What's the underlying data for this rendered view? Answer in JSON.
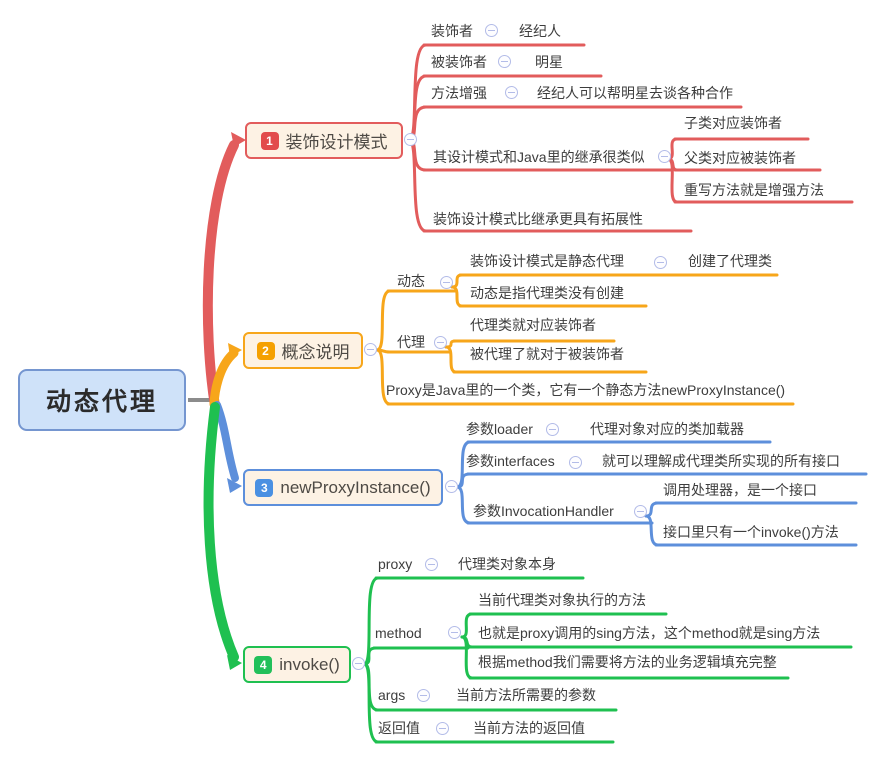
{
  "root": {
    "label": "动态代理"
  },
  "topics": [
    {
      "badge": "1",
      "label": "装饰设计模式"
    },
    {
      "badge": "2",
      "label": "概念说明"
    },
    {
      "badge": "3",
      "label": "newProxyInstance()"
    },
    {
      "badge": "4",
      "label": "invoke()"
    }
  ],
  "nodes": {
    "b1r1a": "装饰者",
    "b1r1b": "经纪人",
    "b1r2a": "被装饰者",
    "b1r2b": "明星",
    "b1r3a": "方法增强",
    "b1r3b": "经纪人可以帮明星去谈各种合作",
    "b1r4": "其设计模式和Java里的继承很类似",
    "b1r4c1": "子类对应装饰者",
    "b1r4c2": "父类对应被装饰者",
    "b1r4c3": "重写方法就是增强方法",
    "b1r5": "装饰设计模式比继承更具有拓展性",
    "b2r1": "动态",
    "b2r1c1a": "装饰设计模式是静态代理",
    "b2r1c1b": "创建了代理类",
    "b2r1c2": "动态是指代理类没有创建",
    "b2r2": "代理",
    "b2r2c1": "代理类就对应装饰者",
    "b2r2c2": "被代理了就对于被装饰者",
    "b2r3": "Proxy是Java里的一个类，它有一个静态方法newProxyInstance()",
    "b3r1a": "参数loader",
    "b3r1b": "代理对象对应的类加载器",
    "b3r2a": "参数interfaces",
    "b3r2b": "就可以理解成代理类所实现的所有接口",
    "b3r3": "参数InvocationHandler",
    "b3r3c1": "调用处理器，是一个接口",
    "b3r3c2": "接口里只有一个invoke()方法",
    "b4r1a": "proxy",
    "b4r1b": "代理类对象本身",
    "b4r2": "method",
    "b4r2c1": "当前代理类对象执行的方法",
    "b4r2c2": "也就是proxy调用的sing方法，这个method就是sing方法",
    "b4r2c3": "根据method我们需要将方法的业务逻辑填充完整",
    "b4r3a": "args",
    "b4r3b": "当前方法所需要的参数",
    "b4r4a": "返回值",
    "b4r4b": "当前方法的返回值"
  },
  "colors": {
    "branch1": "#e25c5c",
    "branch2": "#f7a61a",
    "branch3": "#5d8fdb",
    "branch4": "#1fc050",
    "root_fill": "#cfe2f9",
    "root_border": "#7596d0",
    "topic_fill": "#fdf2e4",
    "badge1": "#e24c4c",
    "badge2": "#f5a000",
    "badge3": "#4a90e2",
    "badge4": "#22c05a",
    "collapse": "#b3bce8",
    "text": "#3d3d3d",
    "link_stub": "#8c8c8c"
  },
  "icons": {
    "collapse": "minus-circle"
  }
}
